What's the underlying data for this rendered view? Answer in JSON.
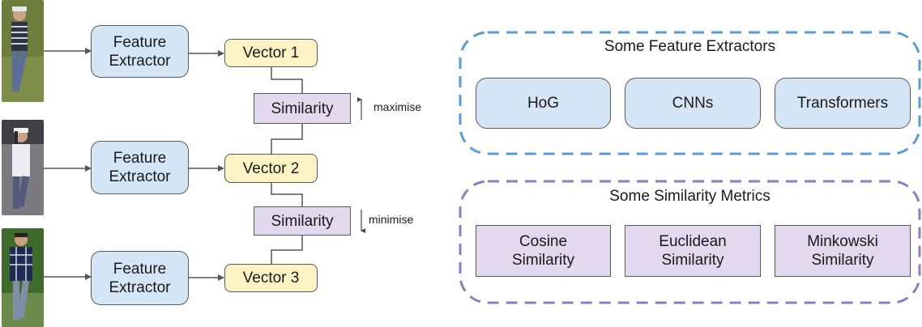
{
  "pipeline": {
    "feature_extractor_label": "Feature Extractor",
    "vectors": [
      "Vector 1",
      "Vector 2",
      "Vector 3"
    ],
    "similarity_label": "Similarity",
    "maximise_label": "maximise",
    "minimise_label": "minimise"
  },
  "extractors_panel": {
    "title": "Some Feature Extractors",
    "items": [
      "HoG",
      "CNNs",
      "Transformers"
    ],
    "border_color": "#5b9bd5"
  },
  "metrics_panel": {
    "title": "Some Similarity Metrics",
    "items": [
      "Cosine Similarity",
      "Euclidean Similarity",
      "Minkowski Similarity"
    ],
    "border_color": "#8e7cc3"
  },
  "colors": {
    "extractor_fill": "#d4e5f5",
    "vector_fill": "#fdf2c4",
    "similarity_fill": "#e2d9ee"
  }
}
